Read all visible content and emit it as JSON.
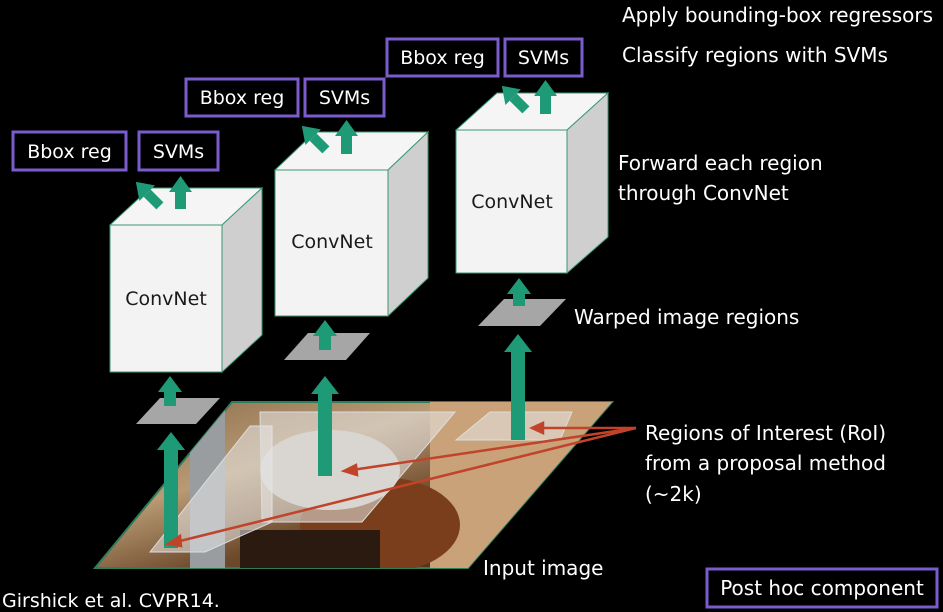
{
  "steps": {
    "apply": "Apply bounding-box regressors",
    "classify": "Classify regions with SVMs",
    "forward_line1": "Forward each region",
    "forward_line2": "through ConvNet",
    "warped": "Warped image regions",
    "roi_line1": "Regions of Interest (RoI)",
    "roi_line2": "from a proposal method",
    "roi_line3": "(~2k)",
    "input": "Input image"
  },
  "columns": [
    {
      "bbox_label": "Bbox reg",
      "svm_label": "SVMs",
      "net_label": "ConvNet"
    },
    {
      "bbox_label": "Bbox reg",
      "svm_label": "SVMs",
      "net_label": "ConvNet"
    },
    {
      "bbox_label": "Bbox reg",
      "svm_label": "SVMs",
      "net_label": "ConvNet"
    }
  ],
  "legend": {
    "post_hoc": "Post hoc component"
  },
  "citation": "Girshick et al. CVPR14.",
  "colors": {
    "background": "#000000",
    "arrow": "#1f9a77",
    "box_outline": "#7b5ccc",
    "pointer": "#c0432a",
    "cube_face": "#f3f3f3",
    "region": "#a6a6a6",
    "outline": "#2e7d5b"
  }
}
